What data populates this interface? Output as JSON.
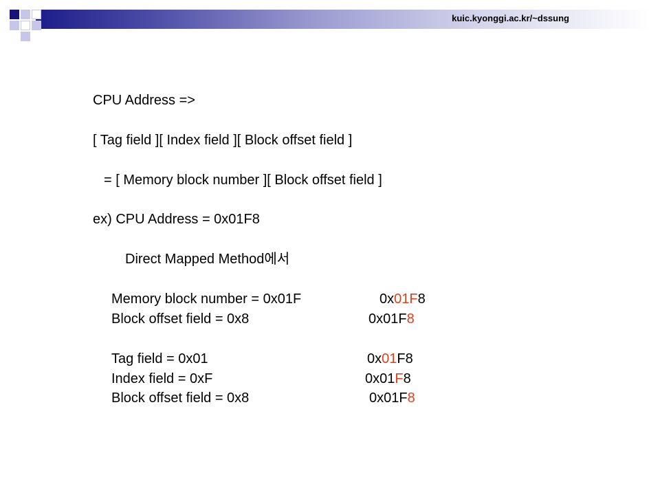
{
  "header": {
    "url": "kuic.kyonggi.ac.kr/~dssung",
    "decoration_colors": [
      "#151579",
      "#c6c6e8",
      "#ffffff"
    ]
  },
  "content": {
    "line1": "CPU Address =>",
    "line2": "[ Tag field ][ Index field ][ Block offset field ]",
    "line3": "= [ Memory block number ][ Block offset field ]",
    "line4": "ex) CPU Address = 0x01F8",
    "line5": "Direct Mapped Method에서",
    "rows": [
      {
        "label": "Memory block number = 0x01F",
        "hex_pre": "0x",
        "hex_hl": "01F",
        "hex_post": "8"
      },
      {
        "label": "Block offset field = 0x8",
        "hex_pre": "0x01F",
        "hex_hl": "8",
        "hex_post": ""
      },
      {
        "label": "Tag field = 0x01",
        "hex_pre": "0x",
        "hex_hl": "01",
        "hex_post": "F8"
      },
      {
        "label": "Index field = 0xF",
        "hex_pre": "0x01",
        "hex_hl": "F",
        "hex_post": "8"
      },
      {
        "label": "Block offset field = 0x8",
        "hex_pre": "0x01F",
        "hex_hl": "8",
        "hex_post": ""
      }
    ],
    "highlight_color": "#e0401a"
  }
}
